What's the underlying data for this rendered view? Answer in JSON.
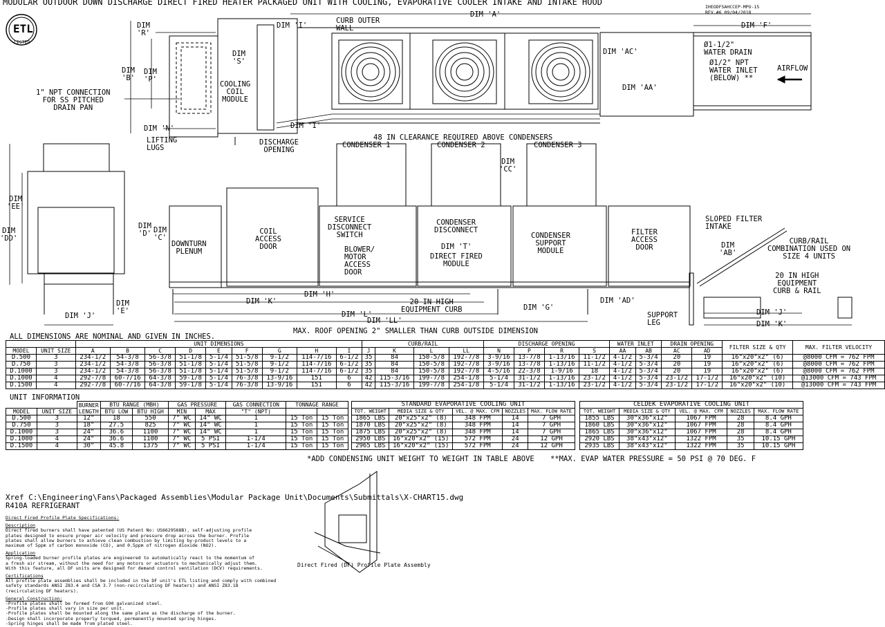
{
  "title": "MODULAR OUTDOOR DOWN DISCHARGE DIRECT FIRED HEATER PACKAGED UNIT WITH COOLING, EVAPORATIVE COOLER INTAKE AND INTAKE HOOD",
  "doc_id": "IHEODFSAHCCEP-MPU-15",
  "revision": "REV.#6   09/04/2018",
  "logo_text": "ETL",
  "logo_sub": "LISTED",
  "top_view": {
    "dim_a": "DIM 'A'",
    "dim_f": "DIM 'F'",
    "dim_r": "DIM\n'R'",
    "dim_i_top": "DIM 'I'",
    "dim_i_bottom": "DIM 'I'",
    "curb_outer_wall": "CURB OUTER\nWALL",
    "dim_s": "DIM\n'S'",
    "dim_b": "DIM\n'B'",
    "dim_p": "DIM\n'P'",
    "cooling_coil_module": "COOLING\nCOIL\nMODULE",
    "npt_connection": "1\" NPT CONNECTION\nFOR SS PITCHED\nDRAIN PAN",
    "dim_n": "DIM 'N'",
    "discharge_opening": "DISCHARGE\nOPENING",
    "dim_ac": "DIM 'AC'",
    "water_drain": "Ø1-1/2\"\nWATER DRAIN",
    "water_inlet": "Ø1/2\" NPT\nWATER INLET\n(BELOW) **",
    "airflow": "AIRFLOW",
    "dim_aa": "DIM 'AA'"
  },
  "side_view": {
    "lifting_lugs": "LIFTING\nLUGS",
    "clearance_note": "48 IN CLEARANCE REQUIRED ABOVE CONDENSERS",
    "condensers": [
      "CONDENSER 1",
      "CONDENSER 2",
      "CONDENSER 3"
    ],
    "dim_cc": "DIM\n'CC'",
    "dim_ee": "DIM\n'EE'",
    "dim_dd": "DIM\n'DD'",
    "dim_d": "DIM\n'D'",
    "dim_c": "DIM\n'C'",
    "downturn_plenum": "DOWNTURN\nPLENUM",
    "coil_access_door": "COIL\nACCESS\nDOOR",
    "service_disconnect": "SERVICE\nDISCONNECT\nSWITCH",
    "blower_motor_door": "BLOWER/\nMOTOR\nACCESS\nDOOR",
    "condenser_disconnect": "CONDENSER\nDISCONNECT",
    "dim_t": "DIM 'T'",
    "direct_fired_module": "DIRECT FIRED\nMODULE",
    "condenser_support_module": "CONDENSER\nSUPPORT\nMODULE",
    "filter_access_door": "FILTER\nACCESS\nDOOR",
    "sloped_filter_intake": "SLOPED FILTER\nINTAKE",
    "dim_ab": "DIM\n'AB'",
    "curb_rail_note": "CURB/RAIL\nCOMBINATION USED ON\nSIZE 4 UNITS",
    "equip_curb_rail": "20 IN HIGH\nEQUIPMENT\nCURB & RAIL",
    "dim_e": "DIM\n'E'",
    "dim_j_left": "DIM 'J'",
    "dim_h": "DIM 'H'",
    "dim_k": "DIM 'K'",
    "equip_curb": "20 IN HIGH\nEQUIPMENT CURB",
    "dim_l": "DIM 'L'",
    "dim_ll": "DIM 'LL'",
    "dim_g": "DIM 'G'",
    "dim_ad": "DIM 'AD'",
    "support_leg": "SUPPORT\nLEG",
    "dim_j_right": "DIM 'J'",
    "dim_k_right": "DIM 'K'",
    "roof_opening_note": "MAX. ROOF OPENING 2\" SMALLER THAN CURB OUTSIDE DIMENSION"
  },
  "dims_table": {
    "caption": "ALL DIMENSIONS ARE NOMINAL AND GIVEN IN INCHES.",
    "group_headers": [
      "UNIT DIMENSIONS",
      "CURB/RAIL",
      "DISCHARGE OPENING",
      "WATER INLET",
      "DRAIN OPENING",
      "FILTER SIZE & QTY",
      "MAX. FILTER VELOCITY"
    ],
    "columns": [
      "MODEL",
      "UNIT SIZE",
      "A",
      "B",
      "C",
      "D",
      "E",
      "F",
      "G",
      "H",
      "I",
      "J",
      "K",
      "L",
      "LL",
      "N",
      "P",
      "R",
      "S",
      "AA",
      "AB",
      "AC",
      "AD"
    ],
    "rows": [
      [
        "D.500",
        "3",
        "234-1/2",
        "54-3/8",
        "56-3/8",
        "51-1/8",
        "5-1/4",
        "51-5/8",
        "9-1/2",
        "114-7/16",
        "6-1/2",
        "35",
        "84",
        "150-5/8",
        "192-7/8",
        "3-9/16",
        "13-7/8",
        "1-13/16",
        "11-1/2",
        "4-1/2",
        "5-3/4",
        "20",
        "19",
        "16\"x20\"x2\" (6)",
        "@8000 CFM = 762 FPM"
      ],
      [
        "D.750",
        "3",
        "234-1/2",
        "54-3/8",
        "56-3/8",
        "51-1/8",
        "5-1/4",
        "51-5/8",
        "9-1/2",
        "114-7/16",
        "6-1/2",
        "35",
        "84",
        "150-5/8",
        "192-7/8",
        "3-9/16",
        "13-7/8",
        "1-13/16",
        "11-1/2",
        "4-1/2",
        "5-3/4",
        "20",
        "19",
        "16\"x20\"x2\" (6)",
        "@8000 CFM = 762 FPM"
      ],
      [
        "D.1000",
        "3",
        "234-1/2",
        "54-3/8",
        "56-3/8",
        "51-1/8",
        "5-1/4",
        "51-5/8",
        "9-1/2",
        "114-7/16",
        "6-1/2",
        "35",
        "84",
        "150-5/8",
        "192-7/8",
        "4-5/16",
        "22-3/8",
        "1-9/16",
        "18",
        "4-1/2",
        "5-3/4",
        "20",
        "19",
        "16\"x20\"x2\" (6)",
        "@8000 CFM = 762 FPM"
      ],
      [
        "D.1000",
        "4",
        "292-7/8",
        "60-7/16",
        "64-3/8",
        "59-1/8",
        "5-1/4",
        "76-3/8",
        "13-9/16",
        "151",
        "6",
        "42",
        "115-3/16",
        "199-7/8",
        "254-1/8",
        "5-1/4",
        "31-1/2",
        "1-13/16",
        "23-1/2",
        "4-1/2",
        "5-3/4",
        "23-1/2",
        "17-1/2",
        "16\"x20\"x2\" (10)",
        "@13000 CFM = 743 FPM"
      ],
      [
        "D.1500",
        "4",
        "292-7/8",
        "60-7/16",
        "64-3/8",
        "59-1/8",
        "5-1/4",
        "76-3/8",
        "13-9/16",
        "151",
        "6",
        "42",
        "115-3/16",
        "199-7/8",
        "254-1/8",
        "5-1/4",
        "31-1/2",
        "1-13/16",
        "23-1/2",
        "4-1/2",
        "5-3/4",
        "23-1/2",
        "17-1/2",
        "16\"x20\"x2\" (10)",
        "@13000 CFM = 743 FPM"
      ]
    ]
  },
  "unit_table": {
    "caption": "UNIT INFORMATION",
    "headers_top": [
      "BURNER LENGTH",
      "BTU RANGE (MBH)",
      "GAS PRESSURE",
      "GAS CONNECTION",
      "TONNAGE RANGE"
    ],
    "headers_sub": [
      "MODEL",
      "UNIT SIZE",
      "",
      "BTU LOW",
      "BTU HIGH",
      "MIN",
      "MAX",
      "\"T\" (NPT)",
      "",
      ""
    ],
    "rows": [
      [
        "D.500",
        "3",
        "12\"",
        "18",
        "550",
        "7\" WC",
        "14\" WC",
        "1",
        "15 Ton",
        "15 Ton"
      ],
      [
        "D.750",
        "3",
        "18\"",
        "27.5",
        "825",
        "7\" WC",
        "14\" WC",
        "1",
        "15 Ton",
        "15 Ton"
      ],
      [
        "D.1000",
        "3",
        "24\"",
        "36.6",
        "1100",
        "7\" WC",
        "14\" WC",
        "1",
        "15 Ton",
        "15 Ton"
      ],
      [
        "D.1000",
        "4",
        "24\"",
        "36.6",
        "1100",
        "7\" WC",
        "5 PSI",
        "1-1/4",
        "15 Ton",
        "15 Ton"
      ],
      [
        "D.1500",
        "4",
        "30\"",
        "45.8",
        "1375",
        "7\" WC",
        "5 PSI",
        "1-1/4",
        "15 Ton",
        "15 Ton"
      ]
    ]
  },
  "std_evap_table": {
    "caption": "STANDARD EVAPORATIVE COOLING UNIT",
    "headers": [
      "TOT. WEIGHT",
      "MEDIA SIZE & QTY",
      "VEL. @ MAX. CFM",
      "NOZZLES",
      "MAX. FLOW RATE"
    ],
    "rows": [
      [
        "1865 LBS",
        "20\"x25\"x2\" (8)",
        "348 FPM",
        "14",
        "7 GPH"
      ],
      [
        "1870 LBS",
        "20\"x25\"x2\" (8)",
        "348 FPM",
        "14",
        "7 GPH"
      ],
      [
        "1875 LBS",
        "20\"x25\"x2\" (8)",
        "348 FPM",
        "14",
        "7 GPH"
      ],
      [
        "2950 LBS",
        "16\"x20\"x2\" (15)",
        "572 FPM",
        "24",
        "12 GPH"
      ],
      [
        "2965 LBS",
        "16\"x20\"x2\" (15)",
        "572 FPM",
        "24",
        "12 GPH"
      ]
    ]
  },
  "celdek_table": {
    "caption": "CELDEK EVAPORATIVE COOLING UNIT",
    "headers": [
      "TOT. WEIGHT",
      "MEDIA SIZE & QTY",
      "VEL. @ MAX. CFM",
      "NOZZLES",
      "MAX. FLOW RATE"
    ],
    "rows": [
      [
        "1855 LBS",
        "30\"x36\"x12\"",
        "1067 FPM",
        "28",
        "8.4 GPH"
      ],
      [
        "1860 LBS",
        "30\"x36\"x12\"",
        "1067 FPM",
        "28",
        "8.4 GPH"
      ],
      [
        "1865 LBS",
        "30\"x36\"x12\"",
        "1067 FPM",
        "28",
        "8.4 GPH"
      ],
      [
        "2920 LBS",
        "38\"x43\"x12\"",
        "1322 FPM",
        "35",
        "10.15 GPH"
      ],
      [
        "2935 LBS",
        "38\"x43\"x12\"",
        "1322 FPM",
        "35",
        "10.15 GPH"
      ]
    ]
  },
  "footnote_1": "*ADD CONDENSING UNIT WEIGHT TO WEIGHT IN TABLE ABOVE",
  "footnote_2": "**MAX. EVAP WATER PRESSURE = 50 PSI @ 70 DEG. F",
  "xref": "Xref C:\\Engineering\\Fans\\Packaged Assemblies\\Modular Package Unit\\Documents\\Submittals\\X-CHART15.dwg",
  "refrigerant": "R410A REFRIGERANT",
  "assembly_caption": "Direct Fired (DF) Profile Plate Assembly",
  "notes": [
    {
      "h": true,
      "t": "Direct Fired Profile Plate Specifications:"
    },
    {
      "h": true,
      "t": "Description"
    },
    {
      "h": false,
      "t": "Direct fired burners shall have patented (US Patent No: US6629568B), self-adjusting profile"
    },
    {
      "h": false,
      "t": "plates designed to ensure proper air velocity and pressure drop across the burner. Profile"
    },
    {
      "h": false,
      "t": "plates shall allow burners to achieve clean combustion by limiting by-product levels to a"
    },
    {
      "h": false,
      "t": "maximum of 5ppm of carbon monoxide (CO), and 0.5ppm of nitrogen dioxide (NO2)."
    },
    {
      "h": true,
      "t": "Application"
    },
    {
      "h": false,
      "t": "Spring-loaded burner profile plates are engineered to automatically react to the momentum of"
    },
    {
      "h": false,
      "t": "a fresh air stream, without the need for any motors or actuators to mechanically adjust them."
    },
    {
      "h": false,
      "t": "With this feature, all DF units are designed for demand control ventilation (DCV) requirements."
    },
    {
      "h": true,
      "t": "Certifications"
    },
    {
      "h": false,
      "t": "All profile plate assemblies shall be included in the DF unit's ETL listing and comply with combined"
    },
    {
      "h": false,
      "t": "safety standards ANSI Z83.4 and CSA 3.7 (non-recirculating DF heaters) and ANSI Z83.18"
    },
    {
      "h": false,
      "t": "(recirculating DF heaters)."
    },
    {
      "h": true,
      "t": "General Construction:"
    },
    {
      "h": false,
      "t": "-Profile plates shall be formed from G90 galvanized steel."
    },
    {
      "h": false,
      "t": "-Profile plates shall vary in size per unit."
    },
    {
      "h": false,
      "t": "-Profile plates shall be mounted along the same plane as the discharge of the burner."
    },
    {
      "h": false,
      "t": "-Design shall incorporate properly torqued, permanently mounted spring hinges."
    },
    {
      "h": false,
      "t": "-Spring hinges shall be made from plated steel."
    }
  ]
}
